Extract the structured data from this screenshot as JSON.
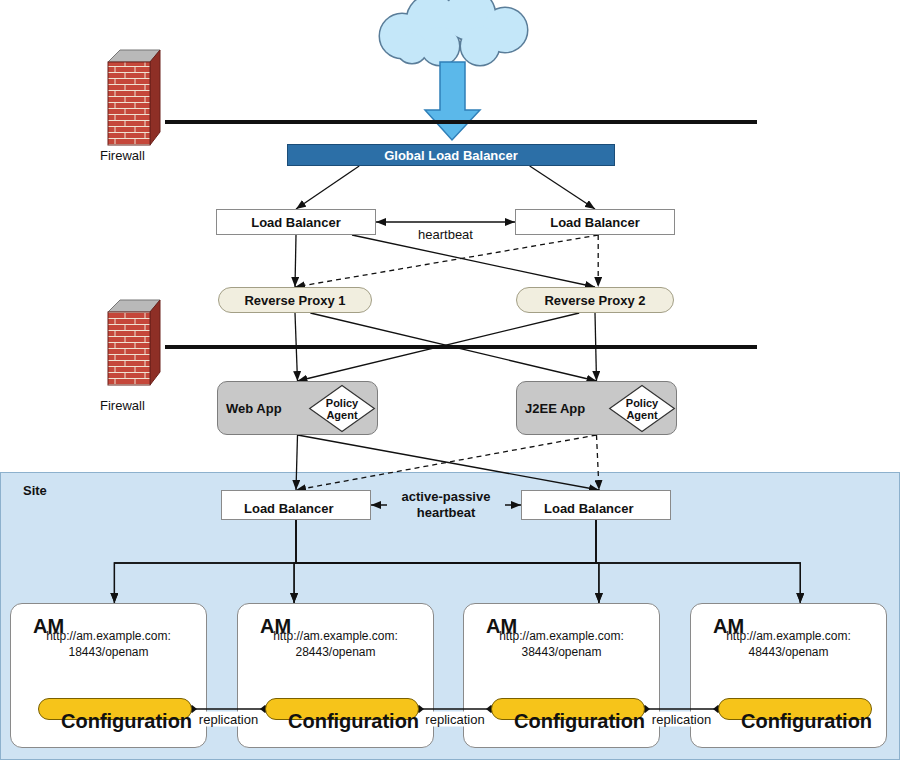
{
  "diagram": {
    "nodes": [
      {
        "text": [
          "Global Load Balancer"
        ]
      },
      {
        "text": [
          "Load Balancer"
        ]
      },
      {
        "text": [
          "Load Balancer"
        ]
      },
      {
        "text": [
          "Reverse Proxy 1"
        ]
      },
      {
        "text": [
          "Reverse Proxy 2"
        ]
      },
      {
        "text": [
          "Web App"
        ]
      },
      {
        "text": [
          "Policy Agent"
        ],
        "in": 5
      },
      {
        "text": [
          "J2EE App"
        ]
      },
      {
        "text": [
          "Policy Agent"
        ],
        "in": 7
      },
      {
        "text": [
          "Site"
        ]
      },
      {
        "text": [
          "Load Balancer"
        ],
        "in": 9
      },
      {
        "text": [
          "Load Balancer"
        ],
        "in": 9
      },
      {
        "text": [
          "AM",
          "http://am.example.com: 18443/openam"
        ],
        "in": 9
      },
      {
        "text": [
          "Configuration"
        ],
        "in": 12
      },
      {
        "text": [
          "AM",
          "http://am.example.com: 28443/openam"
        ],
        "in": 9
      },
      {
        "text": [
          "Configuration"
        ],
        "in": 14
      },
      {
        "text": [
          "AM",
          "http://am.example.com: 38443/openam"
        ],
        "in": 9
      },
      {
        "text": [
          "Configuration"
        ],
        "in": 16
      },
      {
        "text": [
          "AM",
          "http://am.example.com: 48443/openam"
        ],
        "in": 9
      },
      {
        "text": [
          "Configuration"
        ],
        "in": 18
      }
    ],
    "edges": [
      {
        "from": 0,
        "to": 1,
        "arrow": "to"
      },
      {
        "from": 0,
        "to": 2,
        "arrow": "to"
      },
      {
        "from": 1,
        "to": 2,
        "label": "heartbeat",
        "arrow": "both"
      },
      {
        "from": 1,
        "to": 3,
        "arrow": "to"
      },
      {
        "from": 1,
        "to": 4,
        "arrow": "to"
      },
      {
        "from": 2,
        "to": 3,
        "arrow": "to"
      },
      {
        "from": 2,
        "to": 4,
        "arrow": "to"
      },
      {
        "from": 3,
        "to": 5,
        "arrow": "to"
      },
      {
        "from": 3,
        "to": 7,
        "arrow": "to"
      },
      {
        "from": 4,
        "to": 5,
        "arrow": "to"
      },
      {
        "from": 4,
        "to": 7,
        "arrow": "to"
      },
      {
        "from": 5,
        "to": 10,
        "arrow": "to"
      },
      {
        "from": 5,
        "to": 11,
        "arrow": "to"
      },
      {
        "from": 7,
        "to": 10,
        "arrow": "to"
      },
      {
        "from": 7,
        "to": 11,
        "arrow": "to"
      },
      {
        "from": 10,
        "to": 11,
        "label": "active-passive heartbeat",
        "arrow": "both"
      },
      {
        "from": 10,
        "to": 12,
        "arrow": "to"
      },
      {
        "from": 10,
        "to": 14,
        "arrow": "to"
      },
      {
        "from": 10,
        "to": 16,
        "arrow": "to"
      },
      {
        "from": 10,
        "to": 18,
        "arrow": "to"
      },
      {
        "from": 11,
        "to": 12,
        "arrow": "to"
      },
      {
        "from": 11,
        "to": 14,
        "arrow": "to"
      },
      {
        "from": 11,
        "to": 16,
        "arrow": "to"
      },
      {
        "from": 11,
        "to": 18,
        "arrow": "to"
      },
      {
        "from": 13,
        "to": 15,
        "label": "replication",
        "arrow": "none"
      },
      {
        "from": 15,
        "to": 17,
        "label": "replication",
        "arrow": "none"
      },
      {
        "from": 17,
        "to": 19,
        "label": "replication",
        "arrow": "none"
      }
    ],
    "labels": [
      "Firewall",
      "Firewall"
    ]
  }
}
